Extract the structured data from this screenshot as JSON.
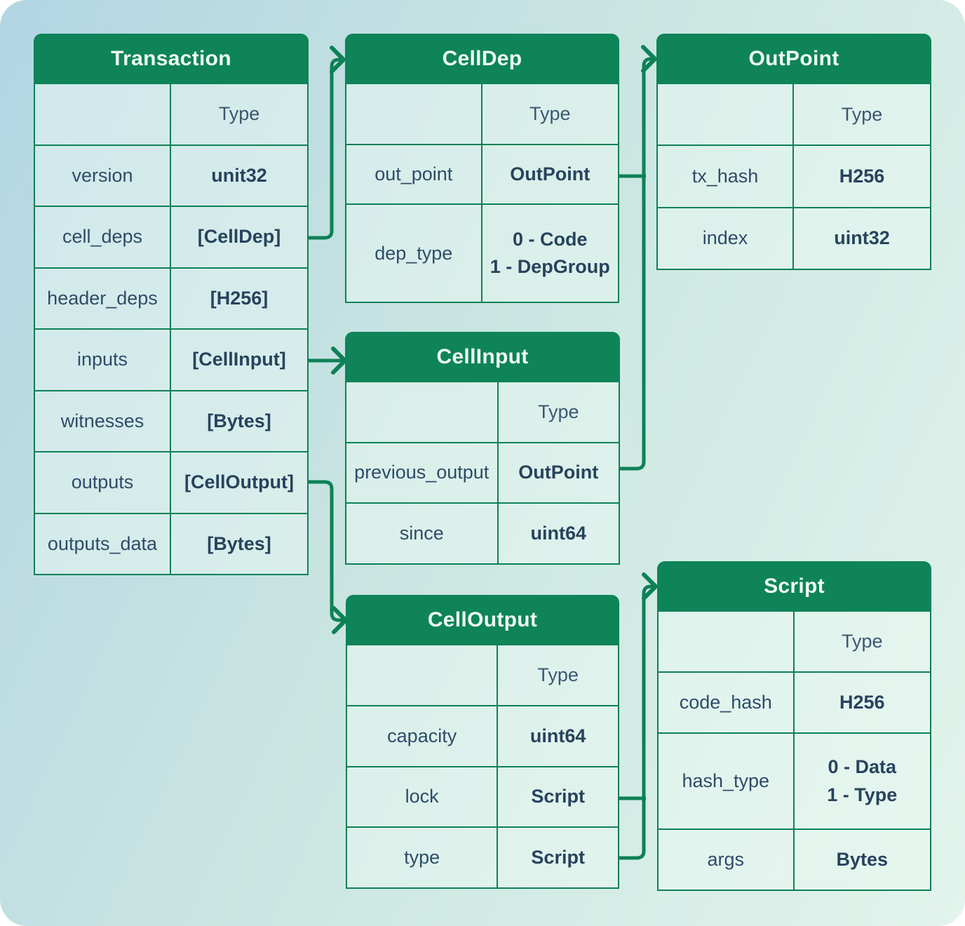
{
  "colors": {
    "header_green": "#0e8458",
    "line_green": "#0d8156",
    "label_text": "#2e4c68",
    "value_text": "#27435d",
    "background_top_left": "#b3d5e4",
    "background_bottom_right": "#e2f4ec"
  },
  "tables": {
    "transaction": {
      "title": "Transaction",
      "type_column_header": "Type",
      "rows": [
        {
          "label": "version",
          "value": "unit32"
        },
        {
          "label": "cell_deps",
          "value": "[CellDep]"
        },
        {
          "label": "header_deps",
          "value": "[H256]"
        },
        {
          "label": "inputs",
          "value": "[CellInput]"
        },
        {
          "label": "witnesses",
          "value": "[Bytes]"
        },
        {
          "label": "outputs",
          "value": "[CellOutput]"
        },
        {
          "label": "outputs_data",
          "value": "[Bytes]"
        }
      ]
    },
    "celldep": {
      "title": "CellDep",
      "type_column_header": "Type",
      "rows": [
        {
          "label": "out_point",
          "value": "OutPoint"
        },
        {
          "label": "dep_type",
          "value": "0 - Code\n1 - DepGroup"
        }
      ]
    },
    "outpoint": {
      "title": "OutPoint",
      "type_column_header": "Type",
      "rows": [
        {
          "label": "tx_hash",
          "value": "H256"
        },
        {
          "label": "index",
          "value": "uint32"
        }
      ]
    },
    "cellinput": {
      "title": "CellInput",
      "type_column_header": "Type",
      "rows": [
        {
          "label": "previous_output",
          "value": "OutPoint"
        },
        {
          "label": "since",
          "value": "uint64"
        }
      ]
    },
    "celloutput": {
      "title": "CellOutput",
      "type_column_header": "Type",
      "rows": [
        {
          "label": "capacity",
          "value": "uint64"
        },
        {
          "label": "lock",
          "value": "Script"
        },
        {
          "label": "type",
          "value": "Script"
        }
      ]
    },
    "script": {
      "title": "Script",
      "type_column_header": "Type",
      "rows": [
        {
          "label": "code_hash",
          "value": "H256"
        },
        {
          "label": "hash_type",
          "value": "0 - Data\n1 - Type"
        },
        {
          "label": "args",
          "value": "Bytes"
        }
      ]
    }
  },
  "connections": [
    {
      "from": "Transaction.cell_deps",
      "to": "CellDep"
    },
    {
      "from": "Transaction.inputs",
      "to": "CellInput"
    },
    {
      "from": "Transaction.outputs",
      "to": "CellOutput"
    },
    {
      "from": "CellDep.out_point",
      "to": "OutPoint"
    },
    {
      "from": "CellInput.previous_output",
      "to": "OutPoint"
    },
    {
      "from": "CellOutput.lock",
      "to": "Script"
    },
    {
      "from": "CellOutput.type",
      "to": "Script"
    }
  ]
}
